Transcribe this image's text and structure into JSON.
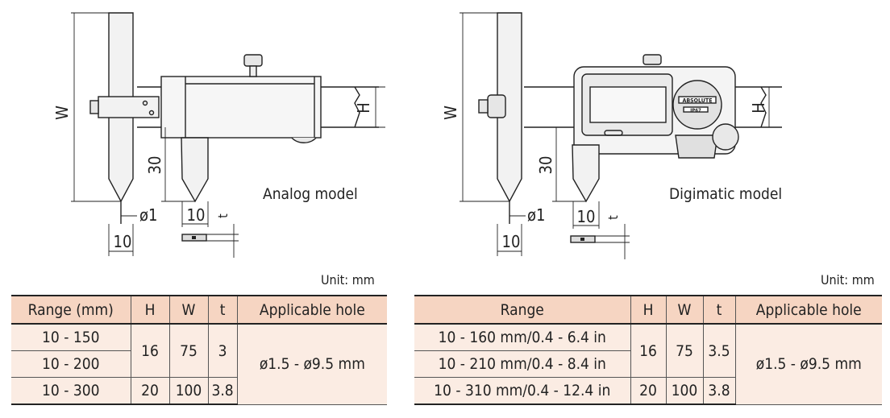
{
  "analog": {
    "model_label": "Analog model",
    "dims": {
      "W": "W",
      "H": "H",
      "d30": "30",
      "d10a": "10",
      "d10b": "10",
      "phi": "ø1",
      "t": "t"
    },
    "unit": "Unit: mm",
    "table": {
      "headers": [
        "Range (mm)",
        "H",
        "W",
        "t",
        "Applicable hole"
      ],
      "rows": [
        {
          "range": "10 - 150",
          "H": "16",
          "W": "75",
          "t": "3",
          "hole": "ø1.5 - ø9.5 mm"
        },
        {
          "range": "10 - 200"
        },
        {
          "range": "10 - 300",
          "H": "20",
          "W": "100",
          "t": "3.8"
        }
      ]
    }
  },
  "digimatic": {
    "model_label": "Digimatic model",
    "dims": {
      "W": "W",
      "H": "H",
      "d30": "30",
      "d10a": "10",
      "d10b": "10",
      "phi": "ø1",
      "t": "t"
    },
    "logo_text": "ABSOLUTE",
    "ip_text": "IP67",
    "unit": "Unit: mm",
    "table": {
      "headers": [
        "Range",
        "H",
        "W",
        "t",
        "Applicable hole"
      ],
      "rows": [
        {
          "range": "10 - 160 mm/0.4 - 6.4 in",
          "H": "16",
          "W": "75",
          "t": "3.5",
          "hole": "ø1.5 - ø9.5 mm"
        },
        {
          "range": "10 - 210 mm/0.4 - 8.4 in"
        },
        {
          "range": "10 - 310 mm/0.4 - 12.4 in",
          "H": "20",
          "W": "100",
          "t": "3.8"
        }
      ]
    }
  }
}
